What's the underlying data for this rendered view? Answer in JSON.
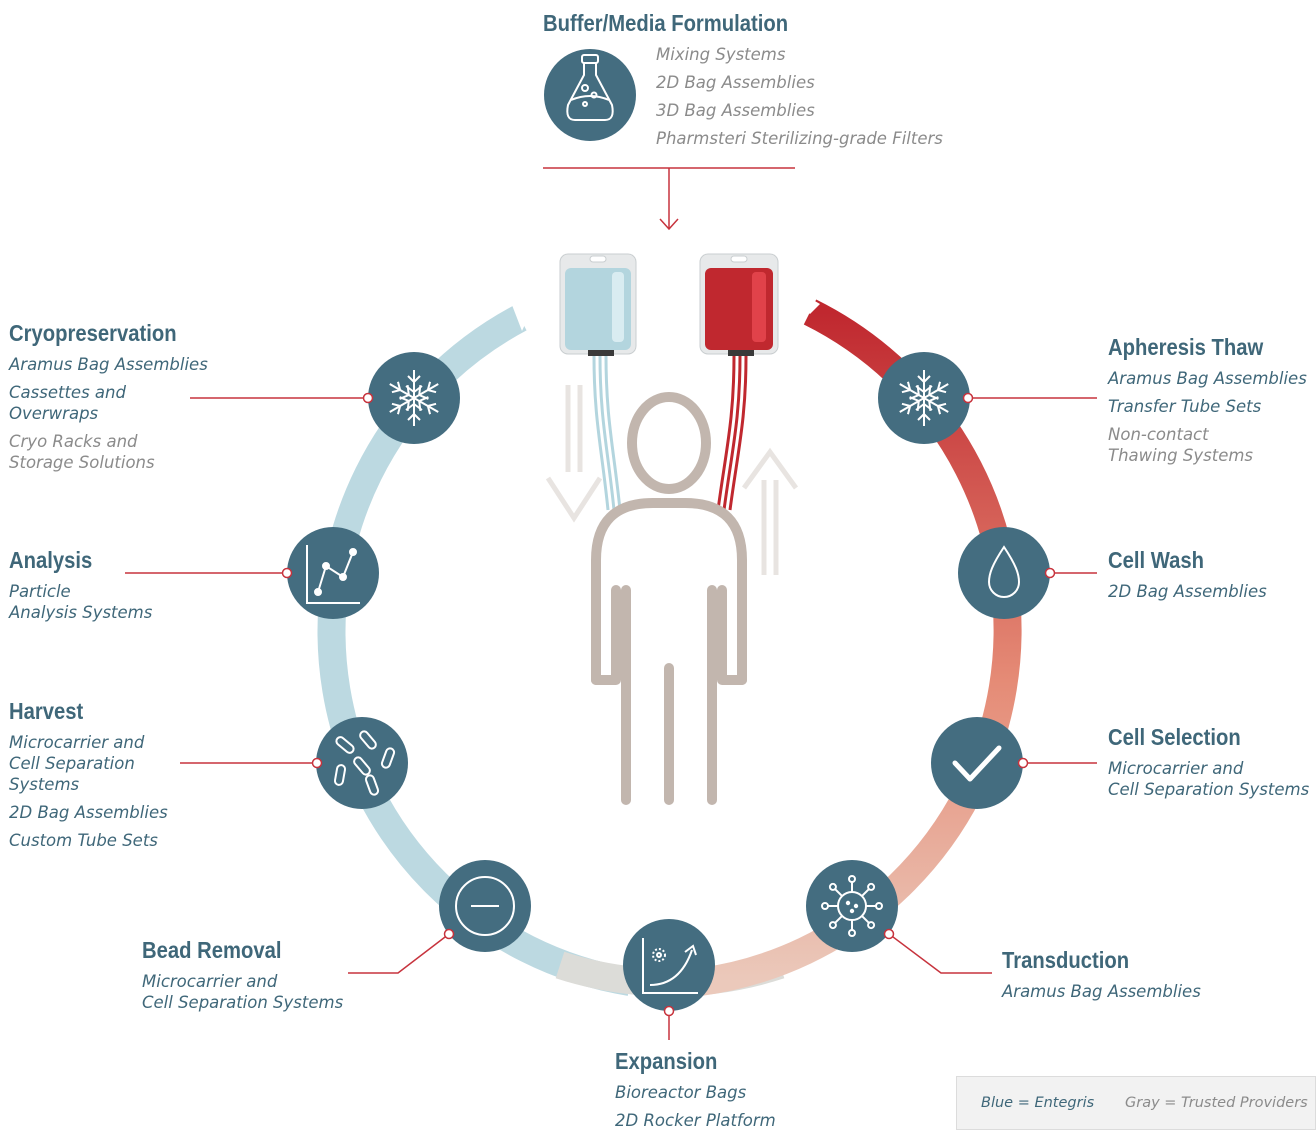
{
  "colors": {
    "entegris_blue": "#3f6779",
    "provider_gray": "#8b8b8b",
    "connector_red": "#c7333d",
    "ring_light_blue": "#b6d6df",
    "ring_red": "#c0282f",
    "person_outline": "#c2b6ae"
  },
  "top": {
    "title": "Buffer/Media Formulation",
    "icon": "flask-icon",
    "items": [
      {
        "text": "Mixing Systems",
        "tone": "gray"
      },
      {
        "text": "2D Bag Assemblies",
        "tone": "gray"
      },
      {
        "text": "3D Bag Assemblies",
        "tone": "gray"
      },
      {
        "text": "Pharmsteri Sterilizing-grade Filters",
        "tone": "gray"
      }
    ]
  },
  "stages": {
    "cryo": {
      "title": "Cryopreservation",
      "icon": "snowflake-icon",
      "items": [
        {
          "text": "Aramus Bag Assemblies",
          "tone": "blue"
        },
        {
          "text": "Cassettes and\nOverwraps",
          "tone": "blue"
        },
        {
          "text": "Cryo Racks and\nStorage Solutions",
          "tone": "gray"
        }
      ]
    },
    "analysis": {
      "title": "Analysis",
      "icon": "line-chart-icon",
      "items": [
        {
          "text": "Particle\nAnalysis Systems",
          "tone": "blue"
        }
      ]
    },
    "harvest": {
      "title": "Harvest",
      "icon": "cells-icon",
      "items": [
        {
          "text": "Microcarrier and\nCell Separation\nSystems",
          "tone": "blue"
        },
        {
          "text": "2D Bag Assemblies",
          "tone": "blue"
        },
        {
          "text": "Custom Tube Sets",
          "tone": "blue"
        }
      ]
    },
    "bead": {
      "title": "Bead Removal",
      "icon": "bead-icon",
      "items": [
        {
          "text": "Microcarrier and\nCell Separation Systems",
          "tone": "blue"
        }
      ]
    },
    "expansion": {
      "title": "Expansion",
      "icon": "growth-curve-icon",
      "items": [
        {
          "text": "Bioreactor Bags",
          "tone": "blue"
        },
        {
          "text": "2D Rocker Platform",
          "tone": "blue"
        }
      ]
    },
    "transduction": {
      "title": "Transduction",
      "icon": "virus-icon",
      "items": [
        {
          "text": "Aramus Bag Assemblies",
          "tone": "blue"
        }
      ]
    },
    "selection": {
      "title": "Cell Selection",
      "icon": "checkmark-icon",
      "items": [
        {
          "text": "Microcarrier and\nCell Separation Systems",
          "tone": "blue"
        }
      ]
    },
    "wash": {
      "title": "Cell Wash",
      "icon": "droplet-icon",
      "items": [
        {
          "text": "2D Bag Assemblies",
          "tone": "blue"
        }
      ]
    },
    "thaw": {
      "title": "Apheresis Thaw",
      "icon": "snowflake-icon",
      "items": [
        {
          "text": "Aramus Bag Assemblies",
          "tone": "blue"
        },
        {
          "text": "Transfer Tube Sets",
          "tone": "blue"
        },
        {
          "text": "Non-contact\nThawing Systems",
          "tone": "gray"
        }
      ]
    }
  },
  "legend": {
    "blue": "Blue = Entegris",
    "gray": "Gray = Trusted Providers"
  }
}
